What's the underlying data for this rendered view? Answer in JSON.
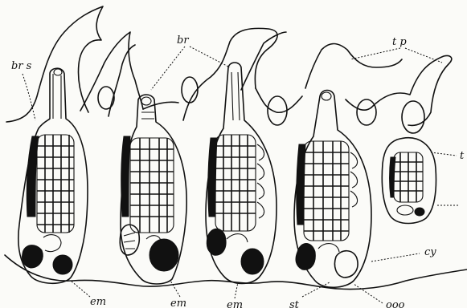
{
  "figure": {
    "labels": {
      "brs": "br s",
      "br": "br",
      "tp": "t p",
      "t": "t",
      "cy": "cy",
      "em1": "em",
      "em2": "em",
      "em3": "em",
      "st": "st",
      "ooo": "ooo"
    }
  }
}
